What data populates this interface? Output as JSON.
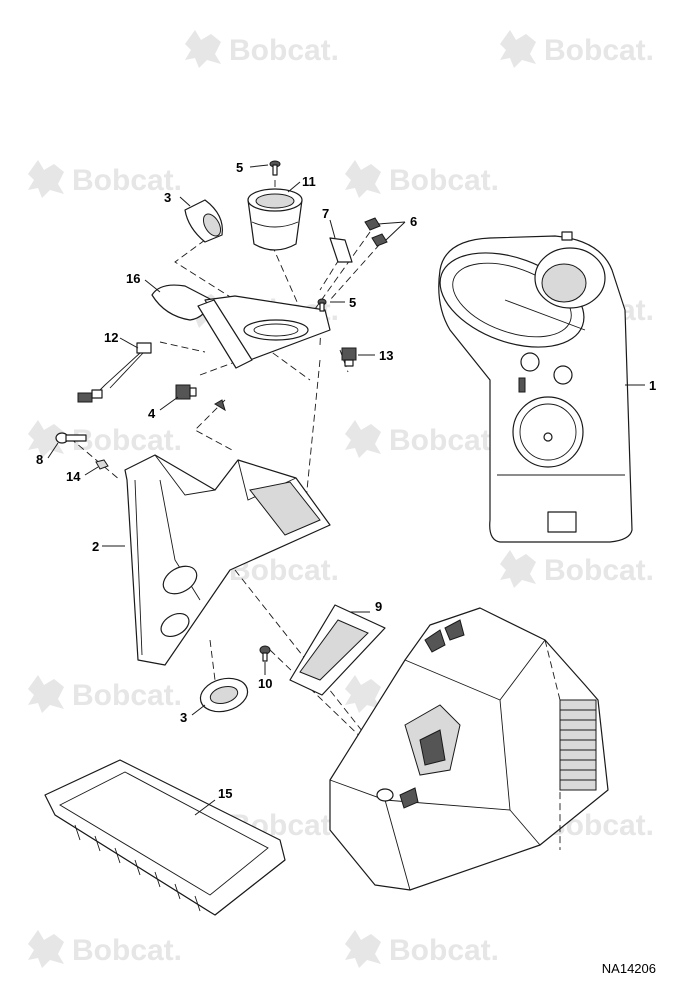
{
  "watermark": {
    "text": "Bobcat."
  },
  "drawing_number": "NA14206",
  "callouts": {
    "c1": "1",
    "c2": "2",
    "c3a": "3",
    "c3b": "3",
    "c4": "4",
    "c5a": "5",
    "c5b": "5",
    "c6": "6",
    "c7": "7",
    "c8": "8",
    "c9": "9",
    "c10": "10",
    "c11": "11",
    "c12": "12",
    "c13": "13",
    "c14": "14",
    "c15": "15",
    "c16": "16"
  },
  "colors": {
    "line": "#1a1a1a",
    "watermark": "#e6e6e6",
    "background": "#ffffff"
  }
}
